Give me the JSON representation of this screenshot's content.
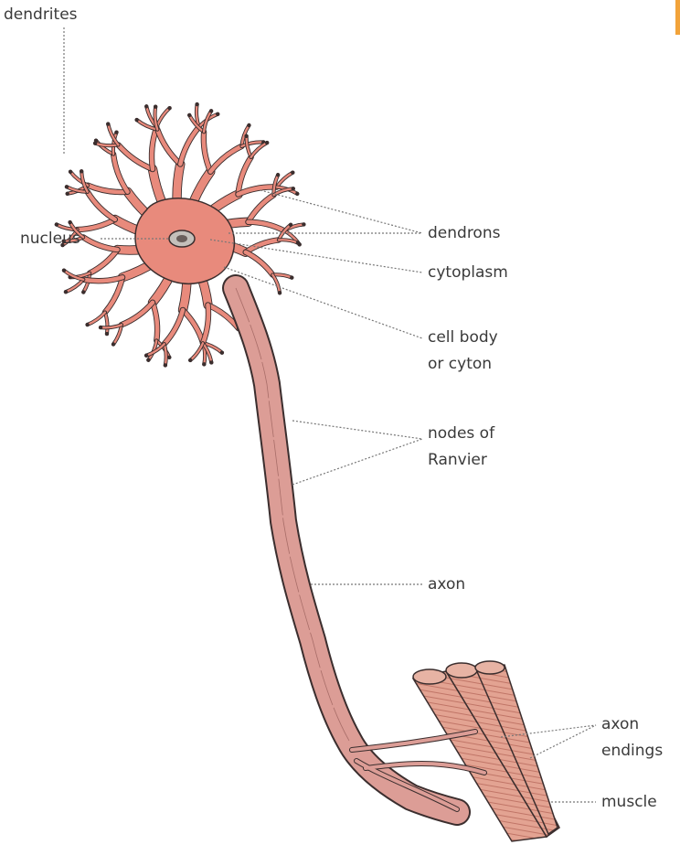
{
  "labels": {
    "dendrites": "dendrites",
    "nucleus": "nucleus",
    "dendrons": "dendrons",
    "cytoplasm": "cytoplasm",
    "cell_body_1": "cell body",
    "cell_body_2": "or cyton",
    "nodes_1": "nodes of",
    "nodes_2": "Ranvier",
    "axon": "axon",
    "endings_1": "axon",
    "endings_2": "endings",
    "muscle": "muscle"
  },
  "colors": {
    "cell_fill": "#e88a7c",
    "cell_outline": "#3b2e2e",
    "axon_fill": "#dc9d96",
    "muscle_fill": "#e3a392",
    "leader": "#777777",
    "accent": "#f2a33a"
  }
}
